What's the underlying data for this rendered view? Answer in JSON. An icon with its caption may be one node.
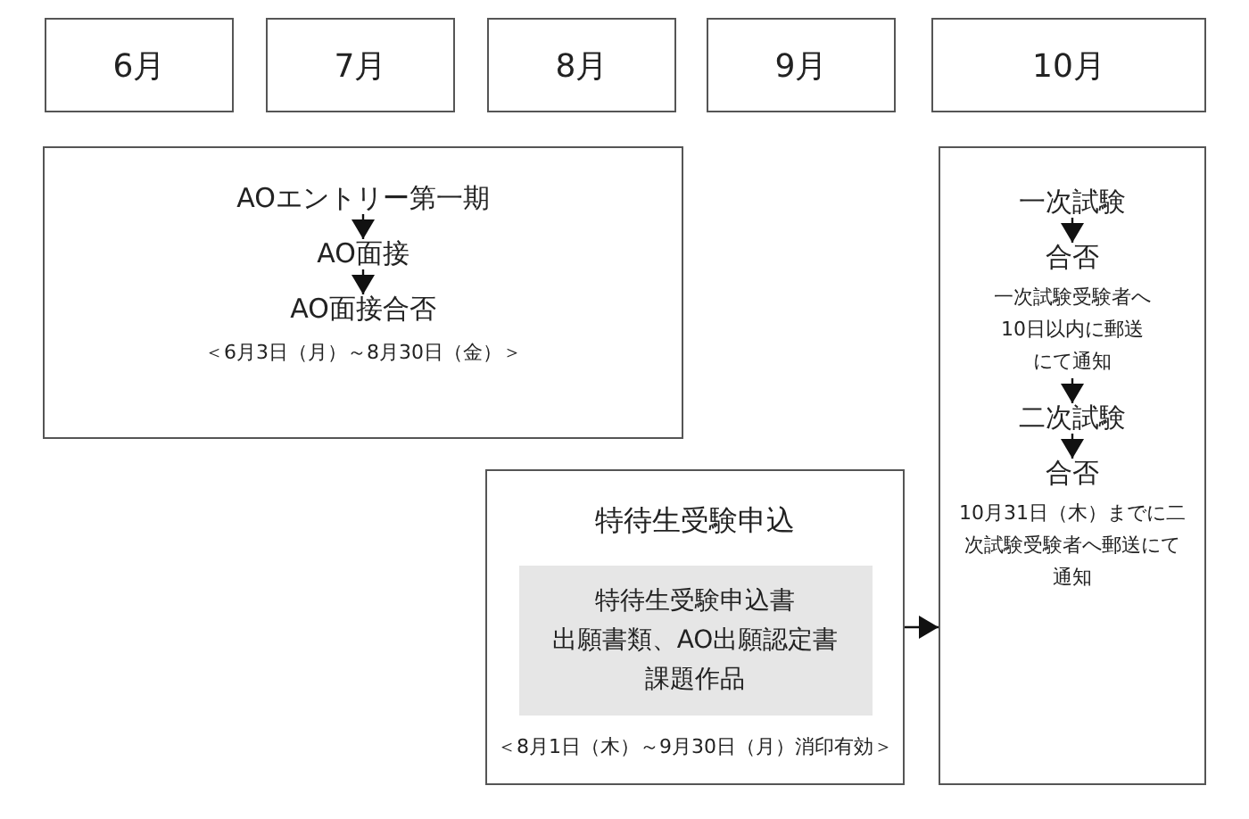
{
  "diagram": {
    "nodes": [
      {
        "text": [
          "6月"
        ]
      },
      {
        "text": [
          "7月"
        ]
      },
      {
        "text": [
          "8月"
        ]
      },
      {
        "text": [
          "9月"
        ]
      },
      {
        "text": [
          "10月"
        ]
      },
      {
        "text": [
          "＜6月3日（月）～8月30日（金）＞"
        ]
      },
      {
        "text": [
          "AOエントリー第一期"
        ],
        "in": 5
      },
      {
        "text": [
          "AO面接"
        ],
        "in": 5
      },
      {
        "text": [
          "AO面接合否"
        ],
        "in": 5
      },
      {
        "text": [
          "特待生受験申込",
          "＜8月1日（木）～9月30日（月）消印有効＞"
        ]
      },
      {
        "text": [
          "特待生受験申込書",
          "出願書類、AO出願認定書",
          "課題作品"
        ],
        "in": 9
      },
      {
        "text": [],
        "shape": "box"
      },
      {
        "text": [
          "一次試験"
        ],
        "in": 11
      },
      {
        "text": [
          "合否",
          "一次試験受験者へ10日以内に郵送にて通知"
        ],
        "in": 11
      },
      {
        "text": [
          "二次試験"
        ],
        "in": 11
      },
      {
        "text": [
          "合否",
          "10月31日（木）までに二次試験受験者へ郵送にて通知"
        ],
        "in": 11
      }
    ],
    "edges": [
      {
        "from": 6,
        "to": 7,
        "arrow": "to"
      },
      {
        "from": 7,
        "to": 8,
        "arrow": "to"
      },
      {
        "from": 9,
        "to": 11,
        "arrow": "to"
      },
      {
        "from": 12,
        "to": 13,
        "arrow": "to"
      },
      {
        "from": 13,
        "to": 14,
        "arrow": "to"
      },
      {
        "from": 14,
        "to": 15,
        "arrow": "to"
      }
    ]
  }
}
